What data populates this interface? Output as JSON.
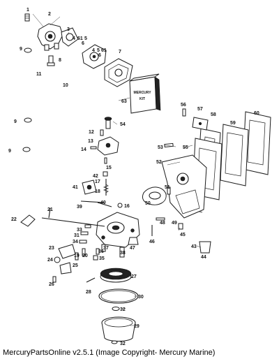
{
  "caption": "MercuryPartsOnline v2.5.1 (Image Copyright- Mercury Marine)",
  "kit_box": {
    "line1": "MERCURY",
    "line2": "KIT"
  },
  "callouts": [
    {
      "id": "c1",
      "text": "1"
    },
    {
      "id": "c2",
      "text": "2"
    },
    {
      "id": "c3",
      "text": "3"
    },
    {
      "id": "c4a",
      "text": "4"
    },
    {
      "id": "c61a",
      "text": "61"
    },
    {
      "id": "c5a",
      "text": "5"
    },
    {
      "id": "c6a",
      "text": "6"
    },
    {
      "id": "c4b",
      "text": "4"
    },
    {
      "id": "c5b",
      "text": "5"
    },
    {
      "id": "c61b",
      "text": "61"
    },
    {
      "id": "c6b",
      "text": "6"
    },
    {
      "id": "c7",
      "text": "7"
    },
    {
      "id": "c9a",
      "text": "9"
    },
    {
      "id": "c8",
      "text": "8"
    },
    {
      "id": "c10",
      "text": "10"
    },
    {
      "id": "c11",
      "text": "11"
    },
    {
      "id": "c9b",
      "text": "9"
    },
    {
      "id": "c9c",
      "text": "9"
    },
    {
      "id": "c63",
      "text": "63"
    },
    {
      "id": "c56",
      "text": "56"
    },
    {
      "id": "c57",
      "text": "57"
    },
    {
      "id": "c58",
      "text": "58"
    },
    {
      "id": "c59",
      "text": "59"
    },
    {
      "id": "c60",
      "text": "60"
    },
    {
      "id": "c54",
      "text": "54"
    },
    {
      "id": "c12",
      "text": "12"
    },
    {
      "id": "c13",
      "text": "13"
    },
    {
      "id": "c14",
      "text": "14"
    },
    {
      "id": "c15",
      "text": "15"
    },
    {
      "id": "c53",
      "text": "53"
    },
    {
      "id": "c55",
      "text": "55"
    },
    {
      "id": "c52",
      "text": "52"
    },
    {
      "id": "c42",
      "text": "42"
    },
    {
      "id": "c17",
      "text": "17"
    },
    {
      "id": "c41",
      "text": "41"
    },
    {
      "id": "c18",
      "text": "18"
    },
    {
      "id": "c51",
      "text": "51"
    },
    {
      "id": "c50",
      "text": "50"
    },
    {
      "id": "c39",
      "text": "39"
    },
    {
      "id": "c40",
      "text": "40"
    },
    {
      "id": "c16",
      "text": "16"
    },
    {
      "id": "c21",
      "text": "21"
    },
    {
      "id": "c22",
      "text": "22"
    },
    {
      "id": "c48",
      "text": "48"
    },
    {
      "id": "c49",
      "text": "49"
    },
    {
      "id": "c45",
      "text": "45"
    },
    {
      "id": "c33",
      "text": "33"
    },
    {
      "id": "c31",
      "text": "31"
    },
    {
      "id": "c34",
      "text": "34"
    },
    {
      "id": "c46",
      "text": "46"
    },
    {
      "id": "c23",
      "text": "23"
    },
    {
      "id": "c37",
      "text": "37"
    },
    {
      "id": "c47",
      "text": "47"
    },
    {
      "id": "c43",
      "text": "43"
    },
    {
      "id": "c44",
      "text": "44"
    },
    {
      "id": "c19",
      "text": "19"
    },
    {
      "id": "c20",
      "text": "20"
    },
    {
      "id": "c36",
      "text": "36"
    },
    {
      "id": "c38",
      "text": "38"
    },
    {
      "id": "c24",
      "text": "24"
    },
    {
      "id": "c35",
      "text": "35"
    },
    {
      "id": "c25",
      "text": "25"
    },
    {
      "id": "c27",
      "text": "27"
    },
    {
      "id": "c26",
      "text": "26"
    },
    {
      "id": "c28",
      "text": "28"
    },
    {
      "id": "c30",
      "text": "30"
    },
    {
      "id": "c32a",
      "text": "32"
    },
    {
      "id": "c29",
      "text": "29"
    },
    {
      "id": "c32b",
      "text": "32"
    }
  ]
}
